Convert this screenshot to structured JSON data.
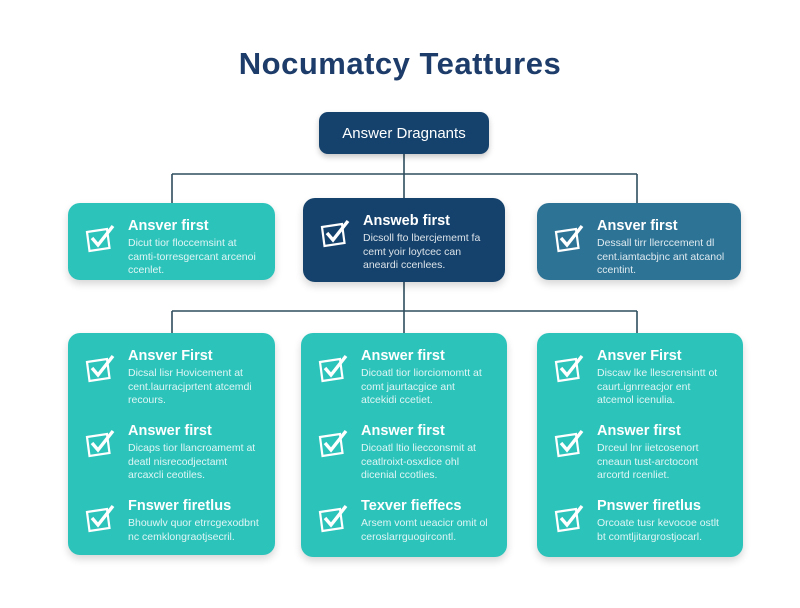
{
  "title": "Nocumatcy Teattures",
  "root": {
    "label": "Answer Dragnants"
  },
  "colors": {
    "teal": "#2cc3bb",
    "navy": "#15426c",
    "steel": "#2d7396",
    "connector": "#2e4d5e",
    "title_text": "#1d3c69"
  },
  "row1": [
    {
      "variant": "teal",
      "heading": "Ansver first",
      "body": "Dicut tior floccemsint at camti-torresgercant arcenoi ccenlet."
    },
    {
      "variant": "navy",
      "heading": "Answeb first",
      "body": "Dicsoll fto lbercjememt fa cemt yoir loytcec can aneardi ccenlees."
    },
    {
      "variant": "steel",
      "heading": "Ansver first",
      "body": "Dessall tirr llerccement dl cent.iamtacbjnc ant atcanol ccentint."
    }
  ],
  "row2": [
    {
      "items": [
        {
          "heading": "Ansver First",
          "body": "Dicsal lisr Hovicement at cent.laurracjprtent atcemdi recours."
        },
        {
          "heading": "Answer first",
          "body": "Dicaps tior llancroamemt at deatl nisrecodjectamt arcaxcli ceotiles."
        },
        {
          "heading": "Fnswer firetlus",
          "body": "Bhouwlv quor etrrcgexodbnt nc cemklongraotjsecril."
        }
      ]
    },
    {
      "items": [
        {
          "heading": "Answer first",
          "body": "Dicoatl tior liorciomomtt at comt jaurtacgice ant atcekidi ccetiet."
        },
        {
          "heading": "Answer first",
          "body": "Dicoatl ltio liecconsmit at ceatlroixt-osxdice ohl dicenial ccotlies."
        },
        {
          "heading": "Texver fieffecs",
          "body": "Arsem vomt ueacicr omit ol ceroslarrguogircontl."
        }
      ]
    },
    {
      "items": [
        {
          "heading": "Ansver First",
          "body": "Discaw lke llescrensintt ot caurt.ignrreacjor ent atcemol icenulia."
        },
        {
          "heading": "Answer first",
          "body": "Drceul lnr iietcosenort cneaun tust-arctocont arcortd rcenliet."
        },
        {
          "heading": "Pnswer firetlus",
          "body": "Orcoate tusr kevocoe ostlt bt comtljitargrostjocarl."
        }
      ]
    }
  ]
}
